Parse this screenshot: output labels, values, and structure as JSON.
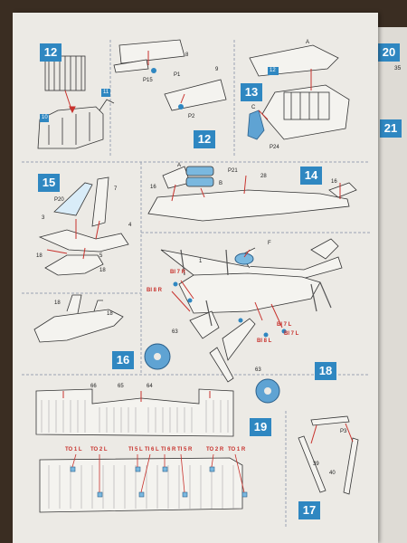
{
  "steps": {
    "s12a": "12",
    "s12b": "12",
    "s13": "13",
    "s14": "14",
    "s15": "15",
    "s16": "16",
    "s17": "17",
    "s18": "18",
    "s19": "19",
    "s20": "20",
    "s21": "21"
  },
  "parts": {
    "p8": "8",
    "p9": "9",
    "p10": "10",
    "p11": "11",
    "p12": "12",
    "pA": "A",
    "pB": "B",
    "pC": "C",
    "pF": "F",
    "p1": "P1",
    "p2": "P2",
    "p15": "P15",
    "p20": "P20",
    "p21": "P21",
    "p24": "P24",
    "p3": "P3",
    "n1": "1",
    "n3": "3",
    "n4": "4",
    "n5": "5",
    "n7": "7",
    "n16": "16",
    "n16b": "16",
    "n18a": "18",
    "n18b": "18",
    "n18c": "18",
    "n18d": "18",
    "n28": "28",
    "n39": "39",
    "n40": "40",
    "n63a": "63",
    "n63b": "63",
    "n64": "64",
    "n65": "65",
    "n66": "66",
    "n35": "35"
  },
  "decals": {
    "bi7r": "BI 7 R",
    "bi8r": "BI 8 R",
    "bi7l": "BI 7 L",
    "bi8l": "BI 8 L",
    "bi7l2": "BI 7 L",
    "to1l": "TO 1 L",
    "to2l": "TO 2 L",
    "ti5l": "TI 5 L",
    "ti6l": "TI 6 L",
    "ti6r": "TI 6 R",
    "ti5r": "TI 5 R",
    "to2r": "TO 2 R",
    "to1r": "TO 1 R"
  },
  "colors": {
    "step_badge": "#2f87c1",
    "decal_red": "#c8322d",
    "paper": "#eceae5",
    "clear_part": "#7ab8df"
  }
}
